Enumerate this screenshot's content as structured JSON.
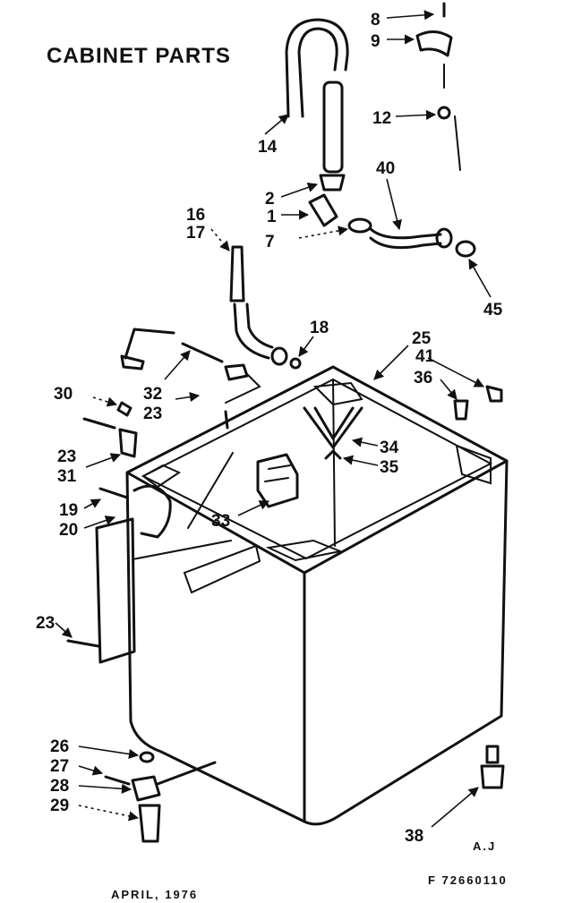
{
  "title": "CABINET PARTS",
  "footer": {
    "date": "APRIL, 1976",
    "drawing_number": "F 72660110",
    "initials": "A.J"
  },
  "callouts": {
    "p8": "8",
    "p9": "9",
    "p12": "12",
    "p14": "14",
    "p40": "40",
    "p2": "2",
    "p1": "1",
    "p7": "7",
    "p45": "45",
    "p16": "16",
    "p17": "17",
    "p18": "18",
    "p25": "25",
    "p41": "41",
    "p36": "36",
    "p30": "30",
    "p32": "32",
    "p23a": "23",
    "p23b": "23",
    "p31": "31",
    "p34": "34",
    "p35": "35",
    "p19": "19",
    "p20": "20",
    "p33": "33",
    "p23c": "23",
    "p26": "26",
    "p27": "27",
    "p28": "28",
    "p29": "29",
    "p38": "38"
  }
}
